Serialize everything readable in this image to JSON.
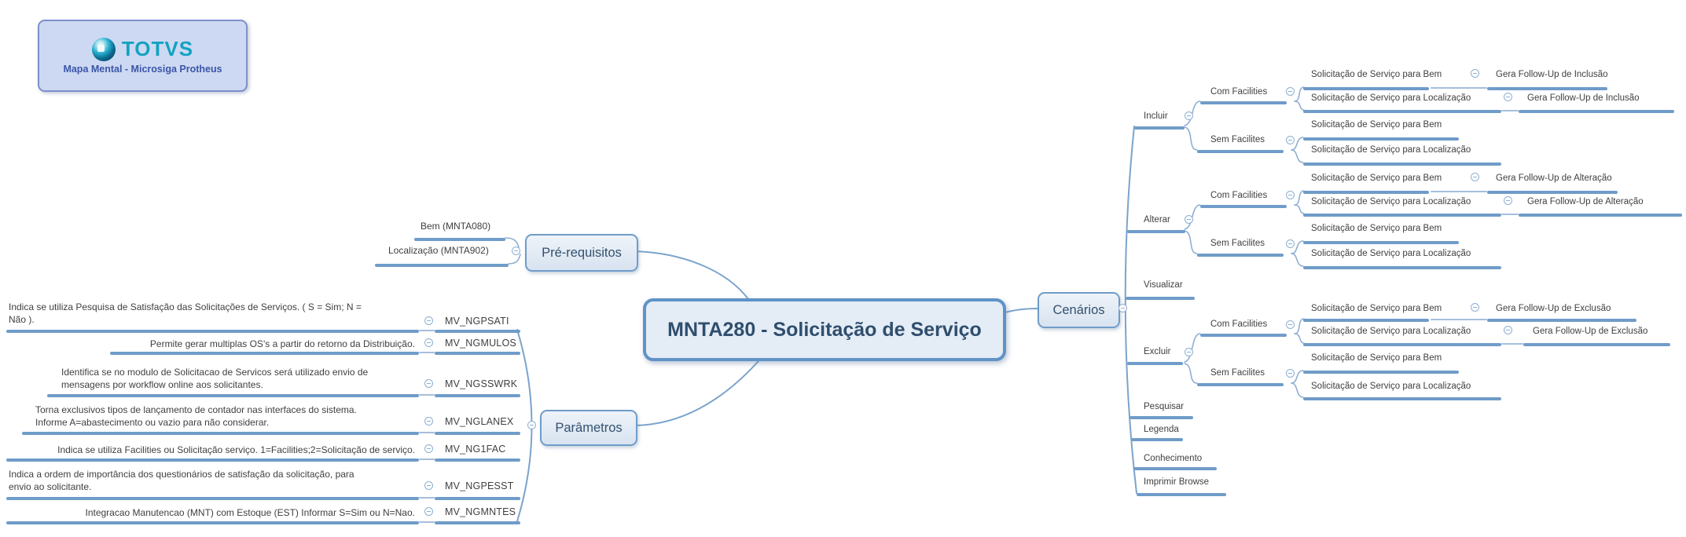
{
  "logo": {
    "brand": "TOTVS",
    "subtitle": "Mapa Mental - Microsiga Protheus"
  },
  "root": {
    "title": "MNTA280 - Solicitação de Serviço"
  },
  "prerequisitos": {
    "label": "Pré-requisitos",
    "children": [
      {
        "label": "Bem (MNTA080)"
      },
      {
        "label": "Localização (MNTA902)"
      }
    ]
  },
  "parametros": {
    "label": "Parâmetros",
    "items": [
      {
        "lines": [
          "Indica se utiliza Pesquisa de Satisfação das Solicitações de Serviços. ( S = Sim; N =",
          "Não )."
        ],
        "code": "MV_NGPSATI"
      },
      {
        "lines": [
          "Permite gerar multiplas OS's a partir do retorno da Distribuição."
        ],
        "code": "MV_NGMULOS"
      },
      {
        "lines": [
          "Identifica se no modulo de Solicitacao de Servicos será utilizado envio de",
          "mensagens por workflow online aos solicitantes."
        ],
        "code": "MV_NGSSWRK"
      },
      {
        "lines": [
          "Torna exclusivos tipos de lançamento de contador  nas interfaces do sistema.",
          "Informe A=abastecimento ou vazio para não considerar."
        ],
        "code": "MV_NGLANEX"
      },
      {
        "lines": [
          "Indica se utiliza Facilities ou Solicitação  serviço. 1=Facilities;2=Solicitação de serviço."
        ],
        "code": "MV_NG1FAC"
      },
      {
        "lines": [
          "Indica a ordem de importância dos questionários de satisfação da solicitação, para",
          "envio ao solicitante."
        ],
        "code": "MV_NGPESST"
      },
      {
        "lines": [
          "Integracao Manutencao (MNT) com Estoque (EST) Informar S=Sim ou N=Nao."
        ],
        "code": "MV_NGMNTES"
      }
    ]
  },
  "cenarios": {
    "label": "Cenários",
    "groups": [
      {
        "label": "Incluir",
        "com": {
          "label": "Com Facilities",
          "rows": [
            {
              "label": "Solicitação de Serviço para Bem",
              "follow_up": "Gera Follow-Up de Inclusão"
            },
            {
              "label": "Solicitação de Serviço para Localização",
              "follow_up": "Gera Follow-Up de Inclusão"
            }
          ]
        },
        "sem": {
          "label": "Sem Facilites",
          "rows": [
            {
              "label": "Solicitação de Serviço para Bem"
            },
            {
              "label": "Solicitação de Serviço para Localização"
            }
          ]
        }
      },
      {
        "label": "Alterar",
        "com": {
          "label": "Com Facilities",
          "rows": [
            {
              "label": "Solicitação de Serviço para Bem",
              "follow_up": "Gera Follow-Up de Alteração"
            },
            {
              "label": "Solicitação de Serviço para Localização",
              "follow_up": "Gera Follow-Up de Alteração"
            }
          ]
        },
        "sem": {
          "label": "Sem Facilites",
          "rows": [
            {
              "label": "Solicitação de Serviço para Bem"
            },
            {
              "label": "Solicitação de Serviço para Localização"
            }
          ]
        }
      },
      {
        "label": "Excluir",
        "com": {
          "label": "Com Facilities",
          "rows": [
            {
              "label": "Solicitação de Serviço para Bem",
              "follow_up": "Gera Follow-Up de Exclusão"
            },
            {
              "label": "Solicitação de Serviço para Localização",
              "follow_up": "Gera Follow-Up de Exclusão"
            }
          ]
        },
        "sem": {
          "label": "Sem Facilites",
          "rows": [
            {
              "label": "Solicitação de Serviço para Bem"
            },
            {
              "label": "Solicitação de Serviço para Localização"
            }
          ]
        }
      }
    ],
    "simple": [
      {
        "label": "Visualizar"
      },
      {
        "label": "Pesquisar"
      },
      {
        "label": "Legenda"
      },
      {
        "label": "Conhecimento"
      },
      {
        "label": "Imprimir Browse"
      }
    ]
  },
  "colors": {
    "branch": "#6f9cc9",
    "wire": "#7ba3cc",
    "node_border": "#6f9cc9",
    "central_border": "#5f92c8",
    "node_fill": "#e4ecf5",
    "text": "#3f3f3f",
    "node_text": "#33516e",
    "logo_teal": "#13a2c2",
    "logo_blue": "#3b55a8",
    "logo_fill": "#cdd9f2"
  }
}
